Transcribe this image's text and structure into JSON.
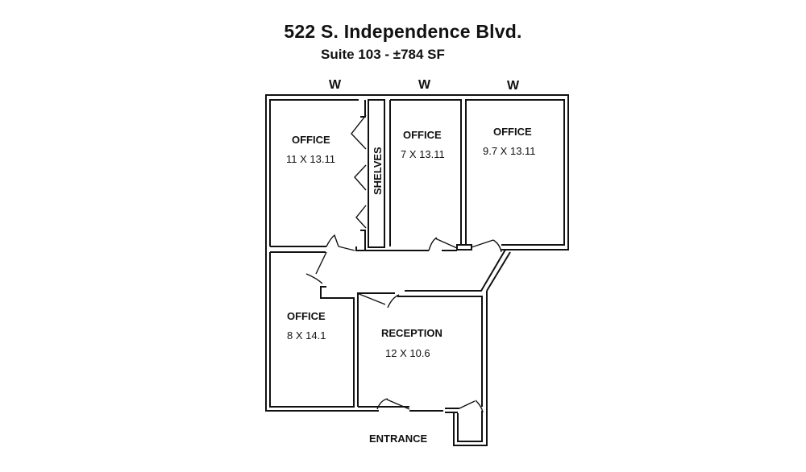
{
  "header": {
    "title": "522 S. Independence Blvd.",
    "subtitle": "Suite 103 - ±784 SF"
  },
  "window_marks": [
    "W",
    "W",
    "W"
  ],
  "rooms": [
    {
      "name": "OFFICE",
      "size": "11 X 13.11"
    },
    {
      "name": "OFFICE",
      "size": "7 X 13.11"
    },
    {
      "name": "OFFICE",
      "size": "9.7 X 13.11"
    },
    {
      "name": "OFFICE",
      "size": "8 X 14.1"
    },
    {
      "name": "RECEPTION",
      "size": "12 X 10.6"
    }
  ],
  "features": {
    "shelves": "SHELVES",
    "entrance": "ENTRANCE"
  }
}
